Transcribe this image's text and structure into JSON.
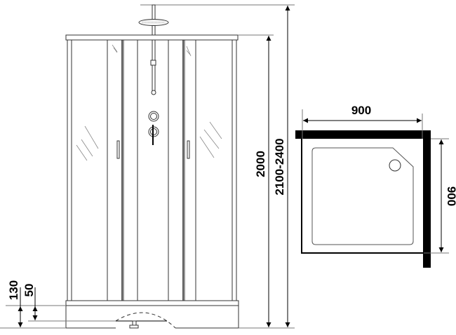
{
  "front_view": {
    "height_cabin": "2000",
    "height_total": "2100-2400",
    "tray_height": "130",
    "tray_floor_gap": "50"
  },
  "plan_view": {
    "width": "900",
    "depth": "900"
  },
  "colors": {
    "line": "#000000",
    "thin_line": "#555555",
    "background": "#ffffff"
  }
}
